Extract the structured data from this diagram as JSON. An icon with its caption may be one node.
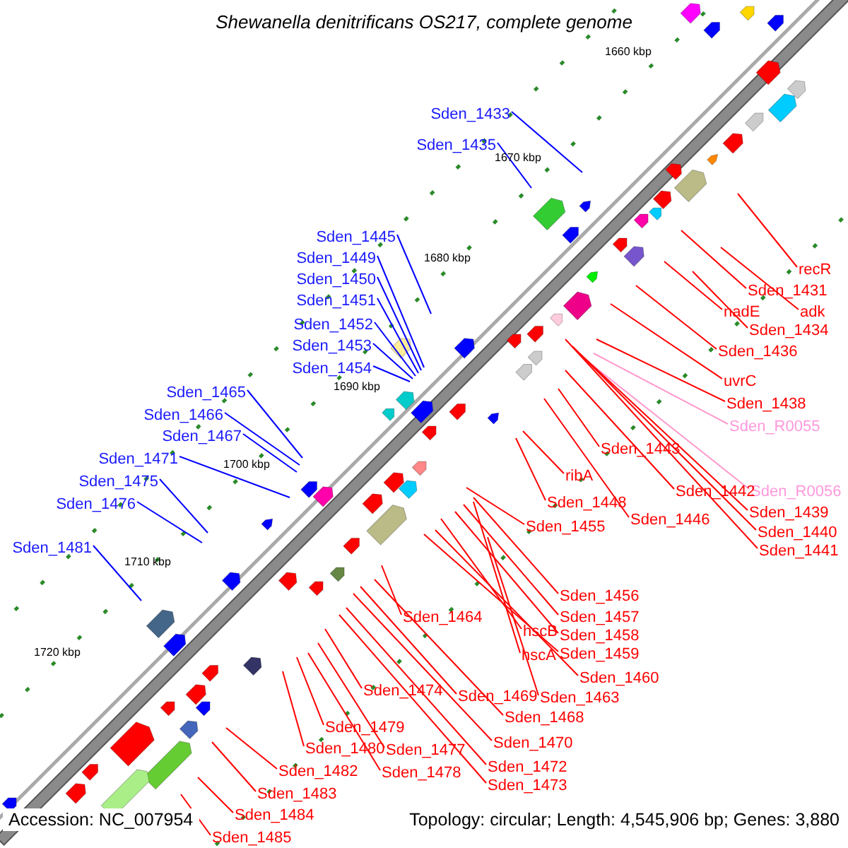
{
  "diagram": {
    "title": "Shewanella denitrificans OS217, complete genome",
    "nodes": [
      {
        "text": [
          "Sden_1433"
        ]
      },
      {
        "text": [
          "Sden_1435"
        ]
      },
      {
        "text": [
          "Sden_1445"
        ]
      },
      {
        "text": [
          "Sden_1449"
        ]
      },
      {
        "text": [
          "Sden_1450"
        ]
      },
      {
        "text": [
          "Sden_1451"
        ]
      },
      {
        "text": [
          "Sden_1452"
        ]
      },
      {
        "text": [
          "Sden_1453"
        ]
      },
      {
        "text": [
          "Sden_1454"
        ]
      },
      {
        "text": [
          "Sden_1465"
        ]
      },
      {
        "text": [
          "Sden_1466"
        ]
      },
      {
        "text": [
          "Sden_1467"
        ]
      },
      {
        "text": [
          "Sden_1471"
        ]
      },
      {
        "text": [
          "Sden_1475"
        ]
      },
      {
        "text": [
          "Sden_1476"
        ]
      },
      {
        "text": [
          "Sden_1481"
        ]
      },
      {
        "text": [
          "recR"
        ]
      },
      {
        "text": [
          "Sden_1431"
        ]
      },
      {
        "text": [
          "adk"
        ]
      },
      {
        "text": [
          "nadE"
        ]
      },
      {
        "text": [
          "Sden_1434"
        ]
      },
      {
        "text": [
          "Sden_1436"
        ]
      },
      {
        "text": [
          "uvrC"
        ]
      },
      {
        "text": [
          "Sden_1438"
        ]
      },
      {
        "text": [
          "Sden_R0055"
        ]
      },
      {
        "text": [
          "Sden_R0056"
        ]
      },
      {
        "text": [
          "Sden_1439"
        ]
      },
      {
        "text": [
          "Sden_1440"
        ]
      },
      {
        "text": [
          "Sden_1441"
        ]
      },
      {
        "text": [
          "Sden_1442"
        ]
      },
      {
        "text": [
          "Sden_1443"
        ]
      },
      {
        "text": [
          "ribA"
        ]
      },
      {
        "text": [
          "Sden_1448"
        ]
      },
      {
        "text": [
          "Sden_1446"
        ]
      },
      {
        "text": [
          "Sden_1455"
        ]
      },
      {
        "text": [
          "Sden_1456"
        ]
      },
      {
        "text": [
          "Sden_1457"
        ]
      },
      {
        "text": [
          "Sden_1458"
        ]
      },
      {
        "text": [
          "hscB"
        ]
      },
      {
        "text": [
          "hscA"
        ]
      },
      {
        "text": [
          "Sden_1459"
        ]
      },
      {
        "text": [
          "Sden_1460"
        ]
      },
      {
        "text": [
          "Sden_1464"
        ]
      },
      {
        "text": [
          "Sden_1463"
        ]
      },
      {
        "text": [
          "Sden_1468"
        ]
      },
      {
        "text": [
          "Sden_1469"
        ]
      },
      {
        "text": [
          "Sden_1474"
        ]
      },
      {
        "text": [
          "Sden_1470"
        ]
      },
      {
        "text": [
          "Sden_1479"
        ]
      },
      {
        "text": [
          "Sden_1477"
        ]
      },
      {
        "text": [
          "Sden_1480"
        ]
      },
      {
        "text": [
          "Sden_1472"
        ]
      },
      {
        "text": [
          "Sden_1478"
        ]
      },
      {
        "text": [
          "Sden_1473"
        ]
      },
      {
        "text": [
          "Sden_1482"
        ]
      },
      {
        "text": [
          "Sden_1483"
        ]
      },
      {
        "text": [
          "Sden_1484"
        ]
      },
      {
        "text": [
          "Sden_1485"
        ]
      }
    ],
    "edges": [
      {
        "from": 0,
        "to": null,
        "arrow": "none",
        "color": "#0000ff"
      },
      {
        "from": 1,
        "to": null,
        "arrow": "none",
        "color": "#0000ff"
      },
      {
        "from": 2,
        "to": null,
        "arrow": "none",
        "color": "#0000ff"
      },
      {
        "from": 3,
        "to": null,
        "arrow": "none",
        "color": "#0000ff"
      },
      {
        "from": 4,
        "to": null,
        "arrow": "none",
        "color": "#0000ff"
      },
      {
        "from": 5,
        "to": null,
        "arrow": "none",
        "color": "#0000ff"
      },
      {
        "from": 6,
        "to": null,
        "arrow": "none",
        "color": "#0000ff"
      },
      {
        "from": 7,
        "to": null,
        "arrow": "none",
        "color": "#0000ff"
      },
      {
        "from": 8,
        "to": null,
        "arrow": "none",
        "color": "#0000ff"
      },
      {
        "from": 9,
        "to": null,
        "arrow": "none",
        "color": "#0000ff"
      },
      {
        "from": 10,
        "to": null,
        "arrow": "none",
        "color": "#0000ff"
      },
      {
        "from": 11,
        "to": null,
        "arrow": "none",
        "color": "#0000ff"
      },
      {
        "from": 12,
        "to": null,
        "arrow": "none",
        "color": "#0000ff"
      },
      {
        "from": 13,
        "to": null,
        "arrow": "none",
        "color": "#0000ff"
      },
      {
        "from": 14,
        "to": null,
        "arrow": "none",
        "color": "#0000ff"
      },
      {
        "from": 15,
        "to": null,
        "arrow": "none",
        "color": "#0000ff"
      },
      {
        "from": 16,
        "to": null,
        "arrow": "none"
      },
      {
        "from": 17,
        "to": null,
        "arrow": "none"
      },
      {
        "from": 18,
        "to": null,
        "arrow": "none"
      },
      {
        "from": 19,
        "to": null,
        "arrow": "none"
      },
      {
        "from": 20,
        "to": null,
        "arrow": "none"
      },
      {
        "from": 21,
        "to": null,
        "arrow": "none"
      },
      {
        "from": 22,
        "to": null,
        "arrow": "none"
      },
      {
        "from": 23,
        "to": null,
        "arrow": "none"
      },
      {
        "from": 24,
        "to": null,
        "arrow": "none",
        "color": "#ff99cc"
      },
      {
        "from": 25,
        "to": null,
        "arrow": "none",
        "color": "#ff99cc"
      },
      {
        "from": 26,
        "to": null,
        "arrow": "none"
      },
      {
        "from": 27,
        "to": null,
        "arrow": "none"
      },
      {
        "from": 28,
        "to": null,
        "arrow": "none"
      },
      {
        "from": 29,
        "to": null,
        "arrow": "none"
      },
      {
        "from": 30,
        "to": null,
        "arrow": "none"
      },
      {
        "from": 31,
        "to": null,
        "arrow": "none"
      },
      {
        "from": 32,
        "to": null,
        "arrow": "none"
      },
      {
        "from": 33,
        "to": null,
        "arrow": "none"
      },
      {
        "from": 34,
        "to": null,
        "arrow": "none"
      },
      {
        "from": 35,
        "to": null,
        "arrow": "none"
      },
      {
        "from": 36,
        "to": null,
        "arrow": "none"
      },
      {
        "from": 37,
        "to": null,
        "arrow": "none"
      },
      {
        "from": 38,
        "to": null,
        "arrow": "none"
      },
      {
        "from": 39,
        "to": null,
        "arrow": "none"
      },
      {
        "from": 40,
        "to": null,
        "arrow": "none"
      },
      {
        "from": 41,
        "to": null,
        "arrow": "none"
      },
      {
        "from": 42,
        "to": null,
        "arrow": "none"
      },
      {
        "from": 43,
        "to": null,
        "arrow": "none"
      },
      {
        "from": 44,
        "to": null,
        "arrow": "none"
      },
      {
        "from": 45,
        "to": null,
        "arrow": "none"
      },
      {
        "from": 46,
        "to": null,
        "arrow": "none"
      },
      {
        "from": 47,
        "to": null,
        "arrow": "none"
      },
      {
        "from": 48,
        "to": null,
        "arrow": "none"
      },
      {
        "from": 49,
        "to": null,
        "arrow": "none"
      },
      {
        "from": 50,
        "to": null,
        "arrow": "none"
      },
      {
        "from": 51,
        "to": null,
        "arrow": "none"
      },
      {
        "from": 52,
        "to": null,
        "arrow": "none"
      },
      {
        "from": 53,
        "to": null,
        "arrow": "none"
      },
      {
        "from": 54,
        "to": null,
        "arrow": "none"
      },
      {
        "from": 55,
        "to": null,
        "arrow": "none"
      },
      {
        "from": 56,
        "to": null,
        "arrow": "none"
      },
      {
        "from": 57,
        "to": null,
        "arrow": "none"
      }
    ],
    "labels": [
      "1660 kbp",
      "1670 kbp",
      "1680 kbp",
      "1690 kbp",
      "1700 kbp",
      "1710 kbp",
      "1720 kbp",
      "Accession: NC_007954",
      "Topology: circular; Length: 4,545,906 bp; Genes: 3,880"
    ]
  }
}
